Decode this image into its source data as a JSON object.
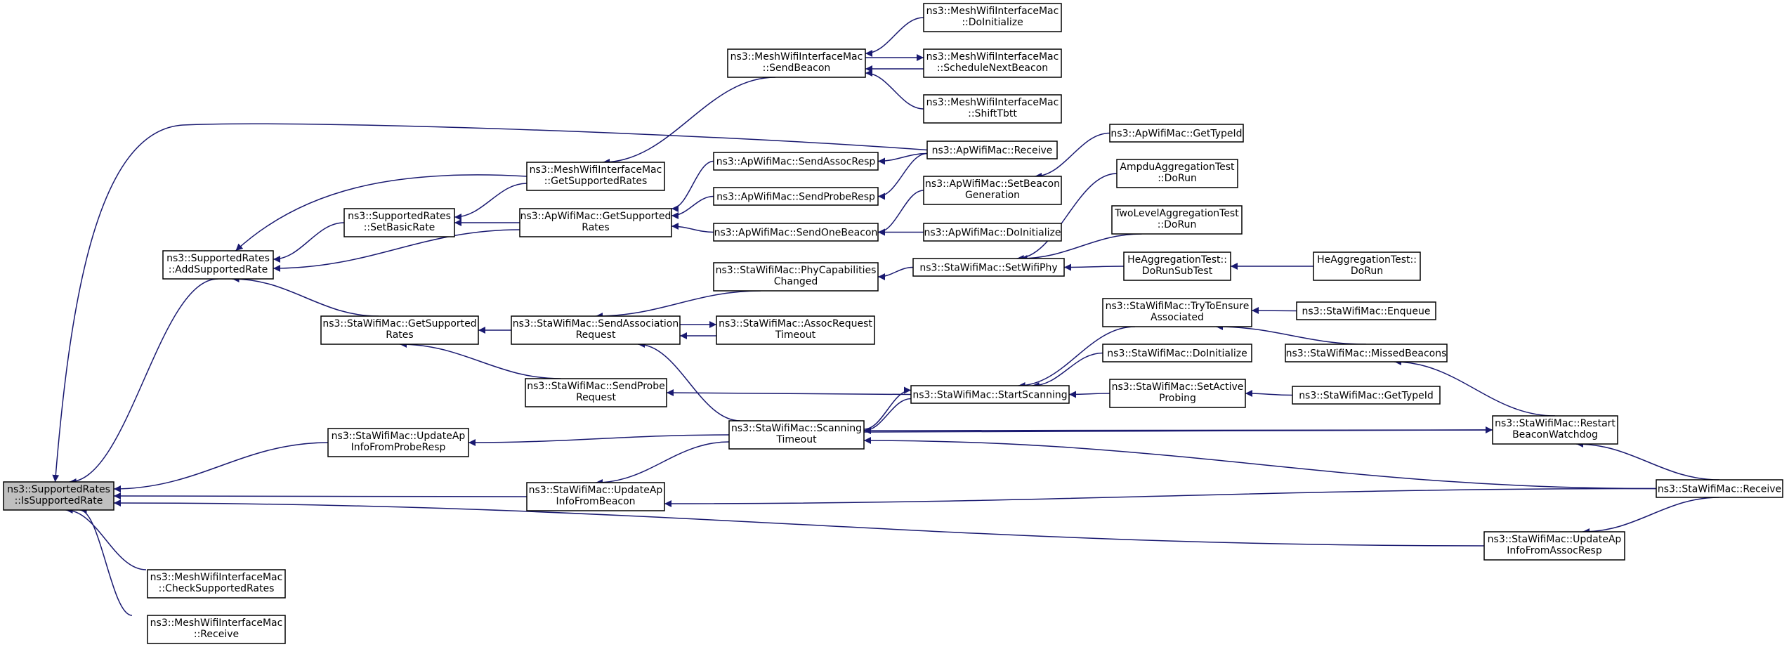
{
  "colors": {
    "edge": "#191970",
    "root_fill": "#bfbfbf",
    "node_fill": "#ffffff",
    "node_stroke": "#000000"
  },
  "nodes": {
    "root": [
      "ns3::SupportedRates",
      "::IsSupportedRate"
    ],
    "add_supported_rate": [
      "ns3::SupportedRates",
      "::AddSupportedRate"
    ],
    "mesh_check_supported_rates": [
      "ns3::MeshWifiInterfaceMac",
      "::CheckSupportedRates"
    ],
    "mesh_receive": [
      "ns3::MeshWifiInterfaceMac",
      "::Receive"
    ],
    "set_basic_rate": [
      "ns3::SupportedRates",
      "::SetBasicRate"
    ],
    "sta_get_supported_rates": [
      "ns3::StaWifiMac::GetSupported",
      "Rates"
    ],
    "sta_update_ap_info_probe": [
      "ns3::StaWifiMac::UpdateAp",
      "InfoFromProbeResp"
    ],
    "mesh_get_supported_rates": [
      "ns3::MeshWifiInterfaceMac",
      "::GetSupportedRates"
    ],
    "ap_get_supported_rates": [
      "ns3::ApWifiMac::GetSupported",
      "Rates"
    ],
    "sta_send_association": [
      "ns3::StaWifiMac::SendAssociation",
      "Request"
    ],
    "sta_send_probe": [
      "ns3::StaWifiMac::SendProbe",
      "Request"
    ],
    "sta_update_ap_info_beacon": [
      "ns3::StaWifiMac::UpdateAp",
      "InfoFromBeacon"
    ],
    "mesh_send_beacon": [
      "ns3::MeshWifiInterfaceMac",
      "::SendBeacon"
    ],
    "ap_send_assoc_resp": [
      "ns3::ApWifiMac::SendAssocResp"
    ],
    "ap_send_probe_resp": [
      "ns3::ApWifiMac::SendProbeResp"
    ],
    "ap_send_one_beacon": [
      "ns3::ApWifiMac::SendOneBeacon"
    ],
    "sta_phy_cap_changed": [
      "ns3::StaWifiMac::PhyCapabilities",
      "Changed"
    ],
    "sta_assoc_request_timeout": [
      "ns3::StaWifiMac::AssocRequest",
      "Timeout"
    ],
    "sta_scanning_timeout": [
      "ns3::StaWifiMac::Scanning",
      "Timeout"
    ],
    "mesh_do_initialize": [
      "ns3::MeshWifiInterfaceMac",
      "::DoInitialize"
    ],
    "mesh_schedule_next_beacon": [
      "ns3::MeshWifiInterfaceMac",
      "::ScheduleNextBeacon"
    ],
    "mesh_shift_tbtt": [
      "ns3::MeshWifiInterfaceMac",
      "::ShiftTbtt"
    ],
    "ap_receive": [
      "ns3::ApWifiMac::Receive"
    ],
    "ap_set_beacon_generation": [
      "ns3::ApWifiMac::SetBeacon",
      "Generation"
    ],
    "ap_do_initialize": [
      "ns3::ApWifiMac::DoInitialize"
    ],
    "sta_set_wifi_phy": [
      "ns3::StaWifiMac::SetWifiPhy"
    ],
    "sta_start_scanning": [
      "ns3::StaWifiMac::StartScanning"
    ],
    "ap_get_type_id": [
      "ns3::ApWifiMac::GetTypeId"
    ],
    "ampdu_do_run": [
      "AmpduAggregationTest",
      "::DoRun"
    ],
    "two_level_do_run": [
      "TwoLevelAggregationTest",
      "::DoRun"
    ],
    "he_do_run_sub_test": [
      "HeAggregationTest::",
      "DoRunSubTest"
    ],
    "sta_try_to_ensure": [
      "ns3::StaWifiMac::TryToEnsure",
      "Associated"
    ],
    "sta_do_initialize": [
      "ns3::StaWifiMac::DoInitialize"
    ],
    "sta_set_active_probing": [
      "ns3::StaWifiMac::SetActive",
      "Probing"
    ],
    "he_do_run": [
      "HeAggregationTest::",
      "DoRun"
    ],
    "sta_enqueue": [
      "ns3::StaWifiMac::Enqueue"
    ],
    "sta_missed_beacons": [
      "ns3::StaWifiMac::MissedBeacons"
    ],
    "sta_get_type_id": [
      "ns3::StaWifiMac::GetTypeId"
    ],
    "sta_restart_beacon_watchdog": [
      "ns3::StaWifiMac::Restart",
      "BeaconWatchdog"
    ],
    "sta_receive": [
      "ns3::StaWifiMac::Receive"
    ],
    "sta_update_ap_info_assoc": [
      "ns3::StaWifiMac::UpdateAp",
      "InfoFromAssocResp"
    ]
  }
}
